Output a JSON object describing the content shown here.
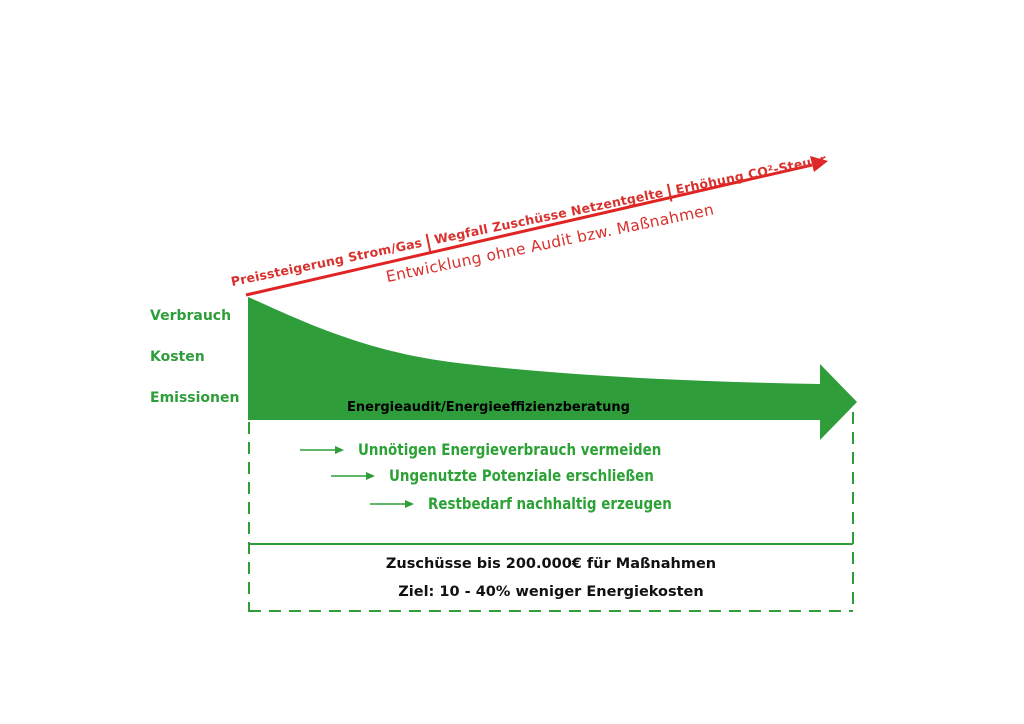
{
  "left_labels": {
    "consumption": "Verbrauch",
    "costs": "Kosten",
    "emissions": "Emissionen"
  },
  "red_trend": {
    "factor_1": "Preissteigerung Strom/Gas",
    "factor_2": "Wegfall Zuschüsse Netzentgelte",
    "factor_3": "Erhöhung CO²-Steuer",
    "separator": "|",
    "caption": "Entwicklung ohne Audit bzw. Maßnahmen"
  },
  "green_arrow": {
    "label": "Energieaudit/Energieeffizienzberatung"
  },
  "measures": [
    "Unnötigen Energieverbrauch vermeiden",
    "Ungenutzte Potenziale erschließen",
    "Restbedarf nachhaltig erzeugen"
  ],
  "summary": {
    "line_1": "Zuschüsse bis 200.000€ für Maßnahmen",
    "line_2": "Ziel: 10 - 40% weniger Energiekosten"
  },
  "colors": {
    "green": "#2e9d3a",
    "green_text": "#2ca236",
    "red": "#d9312d"
  }
}
